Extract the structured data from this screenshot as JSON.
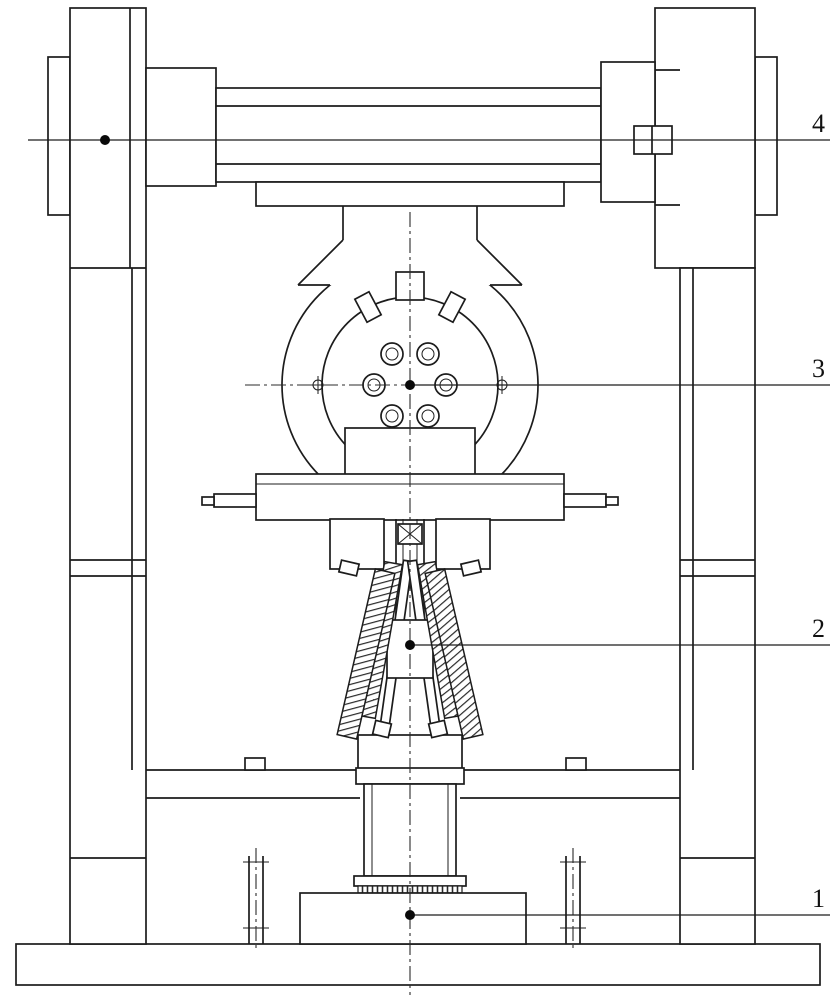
{
  "figure": {
    "kind": "patent-technical-drawing",
    "view": "front elevation of a mechanical test apparatus",
    "background_color": "#ffffff",
    "line_color": "#1c1c1c",
    "callouts": [
      {
        "label": "4"
      },
      {
        "label": "3"
      },
      {
        "label": "2"
      },
      {
        "label": "1"
      }
    ]
  }
}
